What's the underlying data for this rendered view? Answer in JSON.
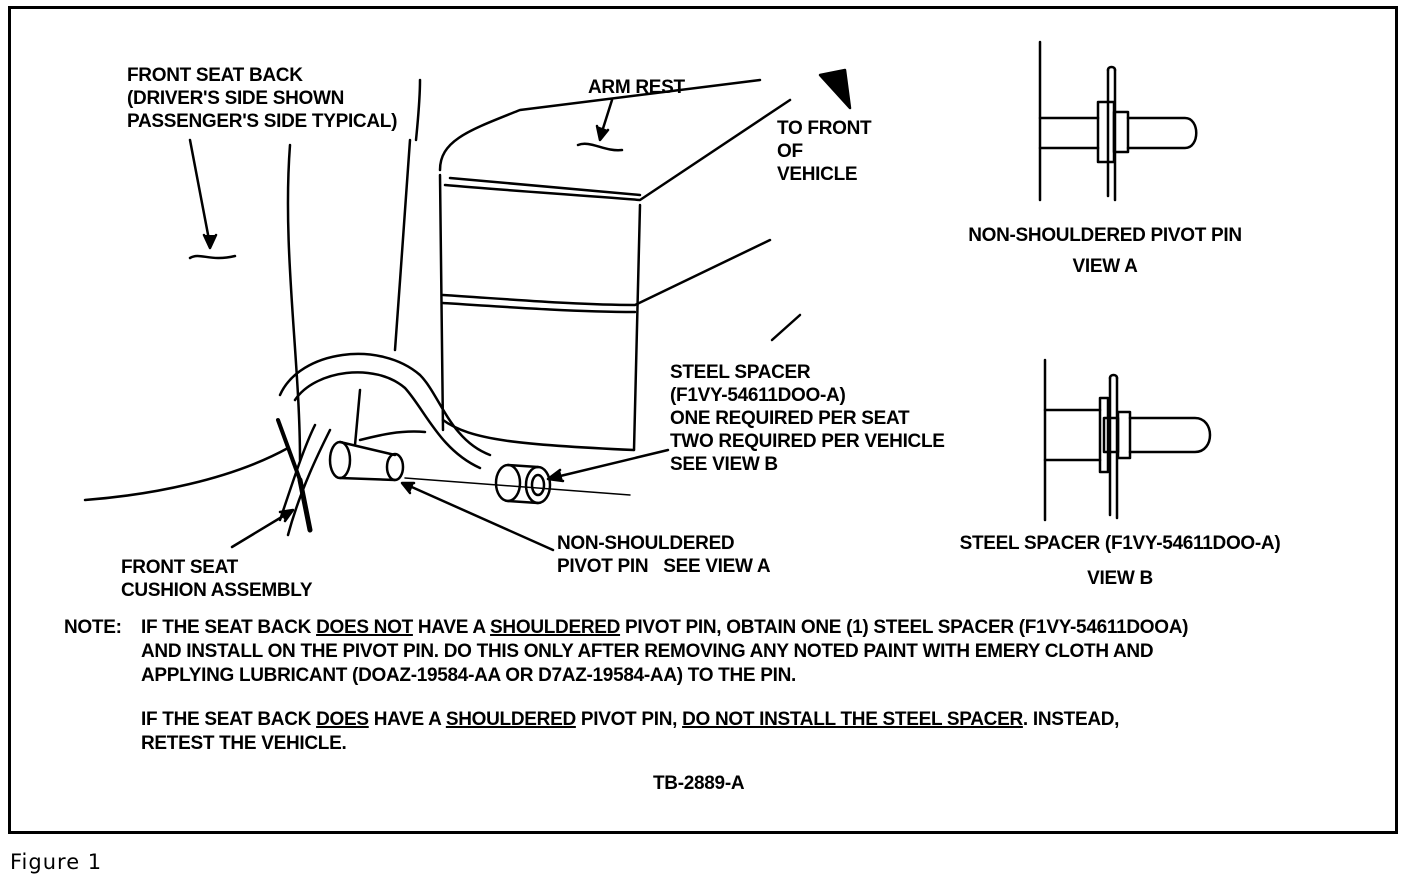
{
  "labels": {
    "seat_back": [
      "FRONT SEAT BACK",
      "(DRIVER'S SIDE SHOWN",
      "PASSENGER'S SIDE TYPICAL)"
    ],
    "arm_rest": "ARM REST",
    "to_front": [
      "TO FRONT",
      "OF",
      "VEHICLE"
    ],
    "steel_spacer": [
      "STEEL SPACER",
      "(F1VY-54611DOO-A)",
      "ONE REQUIRED PER SEAT",
      "TWO REQUIRED PER VEHICLE",
      "SEE VIEW B"
    ],
    "cushion": [
      "FRONT SEAT",
      "CUSHION ASSEMBLY"
    ],
    "pivot_pin": [
      "NON-SHOULDERED",
      "PIVOT PIN",
      "SEE VIEW  A"
    ]
  },
  "view_a": {
    "title": "NON-SHOULDERED PIVOT PIN",
    "subtitle": "VIEW A"
  },
  "view_b": {
    "title": "STEEL SPACER (F1VY-54611DOO-A)",
    "subtitle": "VIEW B"
  },
  "note": {
    "prefix": "NOTE:",
    "p1_a": "IF THE SEAT BACK ",
    "p1_u1": "DOES NOT",
    "p1_b": " HAVE A ",
    "p1_u2": "SHOULDERED",
    "p1_c": " PIVOT PIN, OBTAIN ONE (1) STEEL SPACER (F1VY-54611DOOA)",
    "p1_line2": "AND INSTALL ON THE PIVOT PIN. DO THIS ONLY AFTER REMOVING ANY NOTED PAINT WITH EMERY CLOTH AND",
    "p1_line3": "APPLYING LUBRICANT (DOAZ-19584-AA OR D7AZ-19584-AA) TO THE PIN.",
    "p2_a": "IF THE SEAT BACK ",
    "p2_u1": "DOES",
    "p2_b": " HAVE A ",
    "p2_u2": "SHOULDERED",
    "p2_c": " PIVOT PIN, ",
    "p2_u3": "DO NOT INSTALL THE STEEL SPACER",
    "p2_d": ". INSTEAD,",
    "p2_line2": "RETEST THE VEHICLE."
  },
  "figure_id": "TB-2889-A",
  "caption": "Figure 1"
}
